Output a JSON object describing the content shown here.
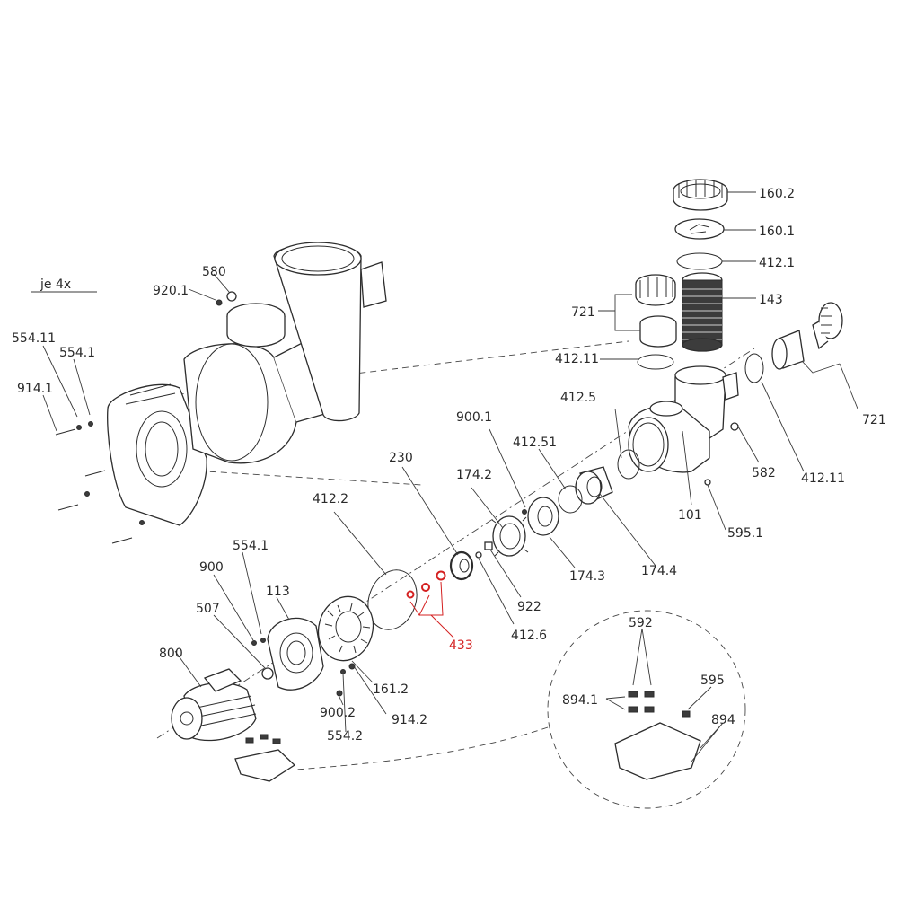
{
  "diagram": {
    "note_label": "je 4x",
    "part_labels": [
      {
        "id": "p160_2",
        "text": "160.2"
      },
      {
        "id": "p160_1",
        "text": "160.1"
      },
      {
        "id": "p412_1",
        "text": "412.1"
      },
      {
        "id": "p143",
        "text": "143"
      },
      {
        "id": "p721_a",
        "text": "721"
      },
      {
        "id": "p721_b",
        "text": "721"
      },
      {
        "id": "p412_11_a",
        "text": "412.11"
      },
      {
        "id": "p412_11_b",
        "text": "412.11"
      },
      {
        "id": "p412_5",
        "text": "412.5"
      },
      {
        "id": "p412_51",
        "text": "412.51"
      },
      {
        "id": "p900_1",
        "text": "900.1"
      },
      {
        "id": "p174_2",
        "text": "174.2"
      },
      {
        "id": "p230",
        "text": "230"
      },
      {
        "id": "p412_2",
        "text": "412.2"
      },
      {
        "id": "p580",
        "text": "580"
      },
      {
        "id": "p920_1",
        "text": "920.1"
      },
      {
        "id": "p554_11",
        "text": "554.11"
      },
      {
        "id": "p554_1_a",
        "text": "554.1"
      },
      {
        "id": "p914_1",
        "text": "914.1"
      },
      {
        "id": "p582",
        "text": "582"
      },
      {
        "id": "p101",
        "text": "101"
      },
      {
        "id": "p595_1",
        "text": "595.1"
      },
      {
        "id": "p174_3",
        "text": "174.3"
      },
      {
        "id": "p174_4",
        "text": "174.4"
      },
      {
        "id": "p922",
        "text": "922"
      },
      {
        "id": "p412_6",
        "text": "412.6"
      },
      {
        "id": "p433",
        "text": "433",
        "highlight": true
      },
      {
        "id": "p554_1_b",
        "text": "554.1"
      },
      {
        "id": "p900",
        "text": "900"
      },
      {
        "id": "p113",
        "text": "113"
      },
      {
        "id": "p507",
        "text": "507"
      },
      {
        "id": "p800",
        "text": "800"
      },
      {
        "id": "p161_2",
        "text": "161.2"
      },
      {
        "id": "p900_2",
        "text": "900.2"
      },
      {
        "id": "p914_2",
        "text": "914.2"
      },
      {
        "id": "p554_2",
        "text": "554.2"
      },
      {
        "id": "p592",
        "text": "592"
      },
      {
        "id": "p894_1",
        "text": "894.1"
      },
      {
        "id": "p595",
        "text": "595"
      },
      {
        "id": "p894",
        "text": "894"
      }
    ]
  },
  "colors": {
    "line": "#2d2d2d",
    "highlight": "#d42020",
    "background": "#ffffff"
  }
}
